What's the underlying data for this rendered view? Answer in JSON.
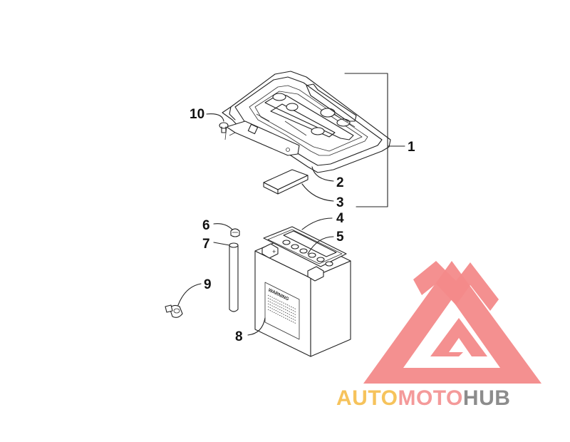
{
  "callouts": {
    "c1": "1",
    "c2": "2",
    "c3": "3",
    "c4": "4",
    "c5": "5",
    "c6": "6",
    "c7": "7",
    "c8": "8",
    "c9": "9",
    "c10": "10"
  },
  "battery_label": "WARNING",
  "terminal_mark": "+",
  "watermark": {
    "part1": "AUTO",
    "part2": "MOTO",
    "part3": "HUB",
    "colors": {
      "logo": "#f38a8a",
      "auto": "#f6c35c",
      "moto": "#f49a9a",
      "hub": "#8c8c8c"
    }
  }
}
